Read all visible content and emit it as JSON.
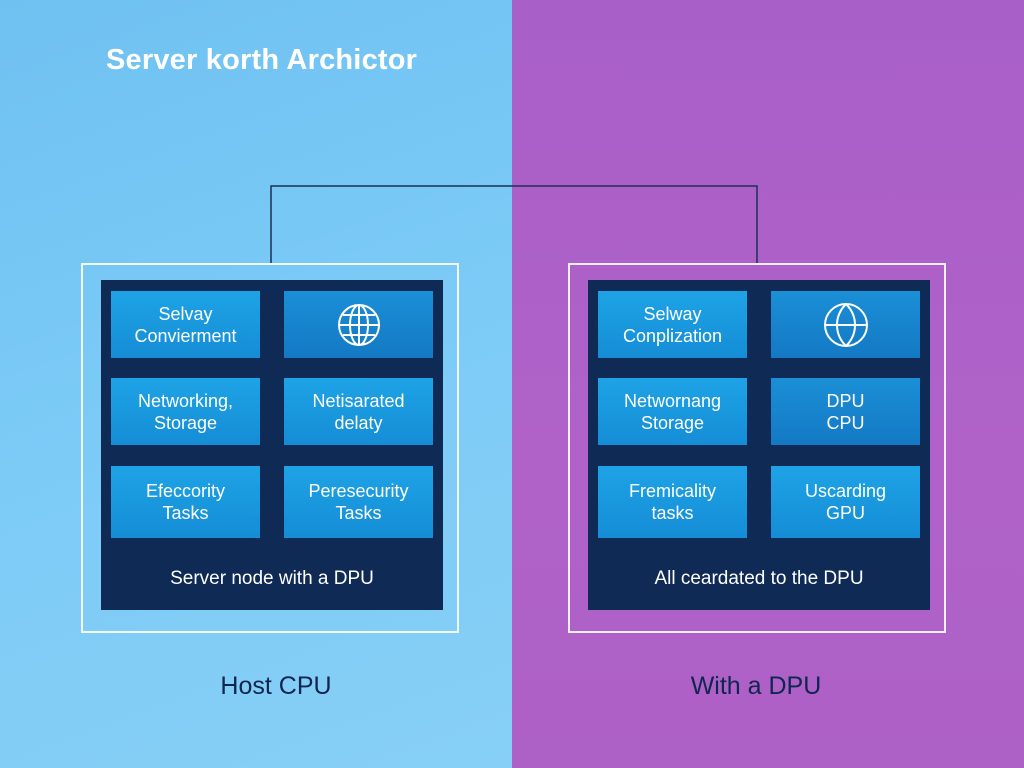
{
  "title": "Server korth Archictor",
  "colors": {
    "left_bg": "#7ccbf7",
    "right_bg": "#b062c8",
    "panel_bg": "#0f2a55",
    "tile_bg": "#1ea3e6",
    "connector": "#1c2f55"
  },
  "left": {
    "tiles": [
      {
        "line1": "Selvay",
        "line2": "Convierment"
      },
      {
        "icon": "globe-icon"
      },
      {
        "line1": "Networking,",
        "line2": "Storage"
      },
      {
        "line1": "Netisarated",
        "line2": "delaty"
      },
      {
        "line1": "Efeccority",
        "line2": "Tasks"
      },
      {
        "line1": "Peresecurity",
        "line2": "Tasks"
      }
    ],
    "caption": "Server node with a DPU",
    "label": "Host CPU"
  },
  "right": {
    "tiles": [
      {
        "line1": "Selway",
        "line2": "Conplization"
      },
      {
        "icon": "globe-icon"
      },
      {
        "line1": "Networnang",
        "line2": "Storage"
      },
      {
        "line1": "DPU",
        "line2": "CPU"
      },
      {
        "line1": "Fremicality",
        "line2": "tasks"
      },
      {
        "line1": "Uscarding",
        "line2": "GPU"
      }
    ],
    "caption": "All ceardated to the DPU",
    "label": "With a DPU"
  }
}
